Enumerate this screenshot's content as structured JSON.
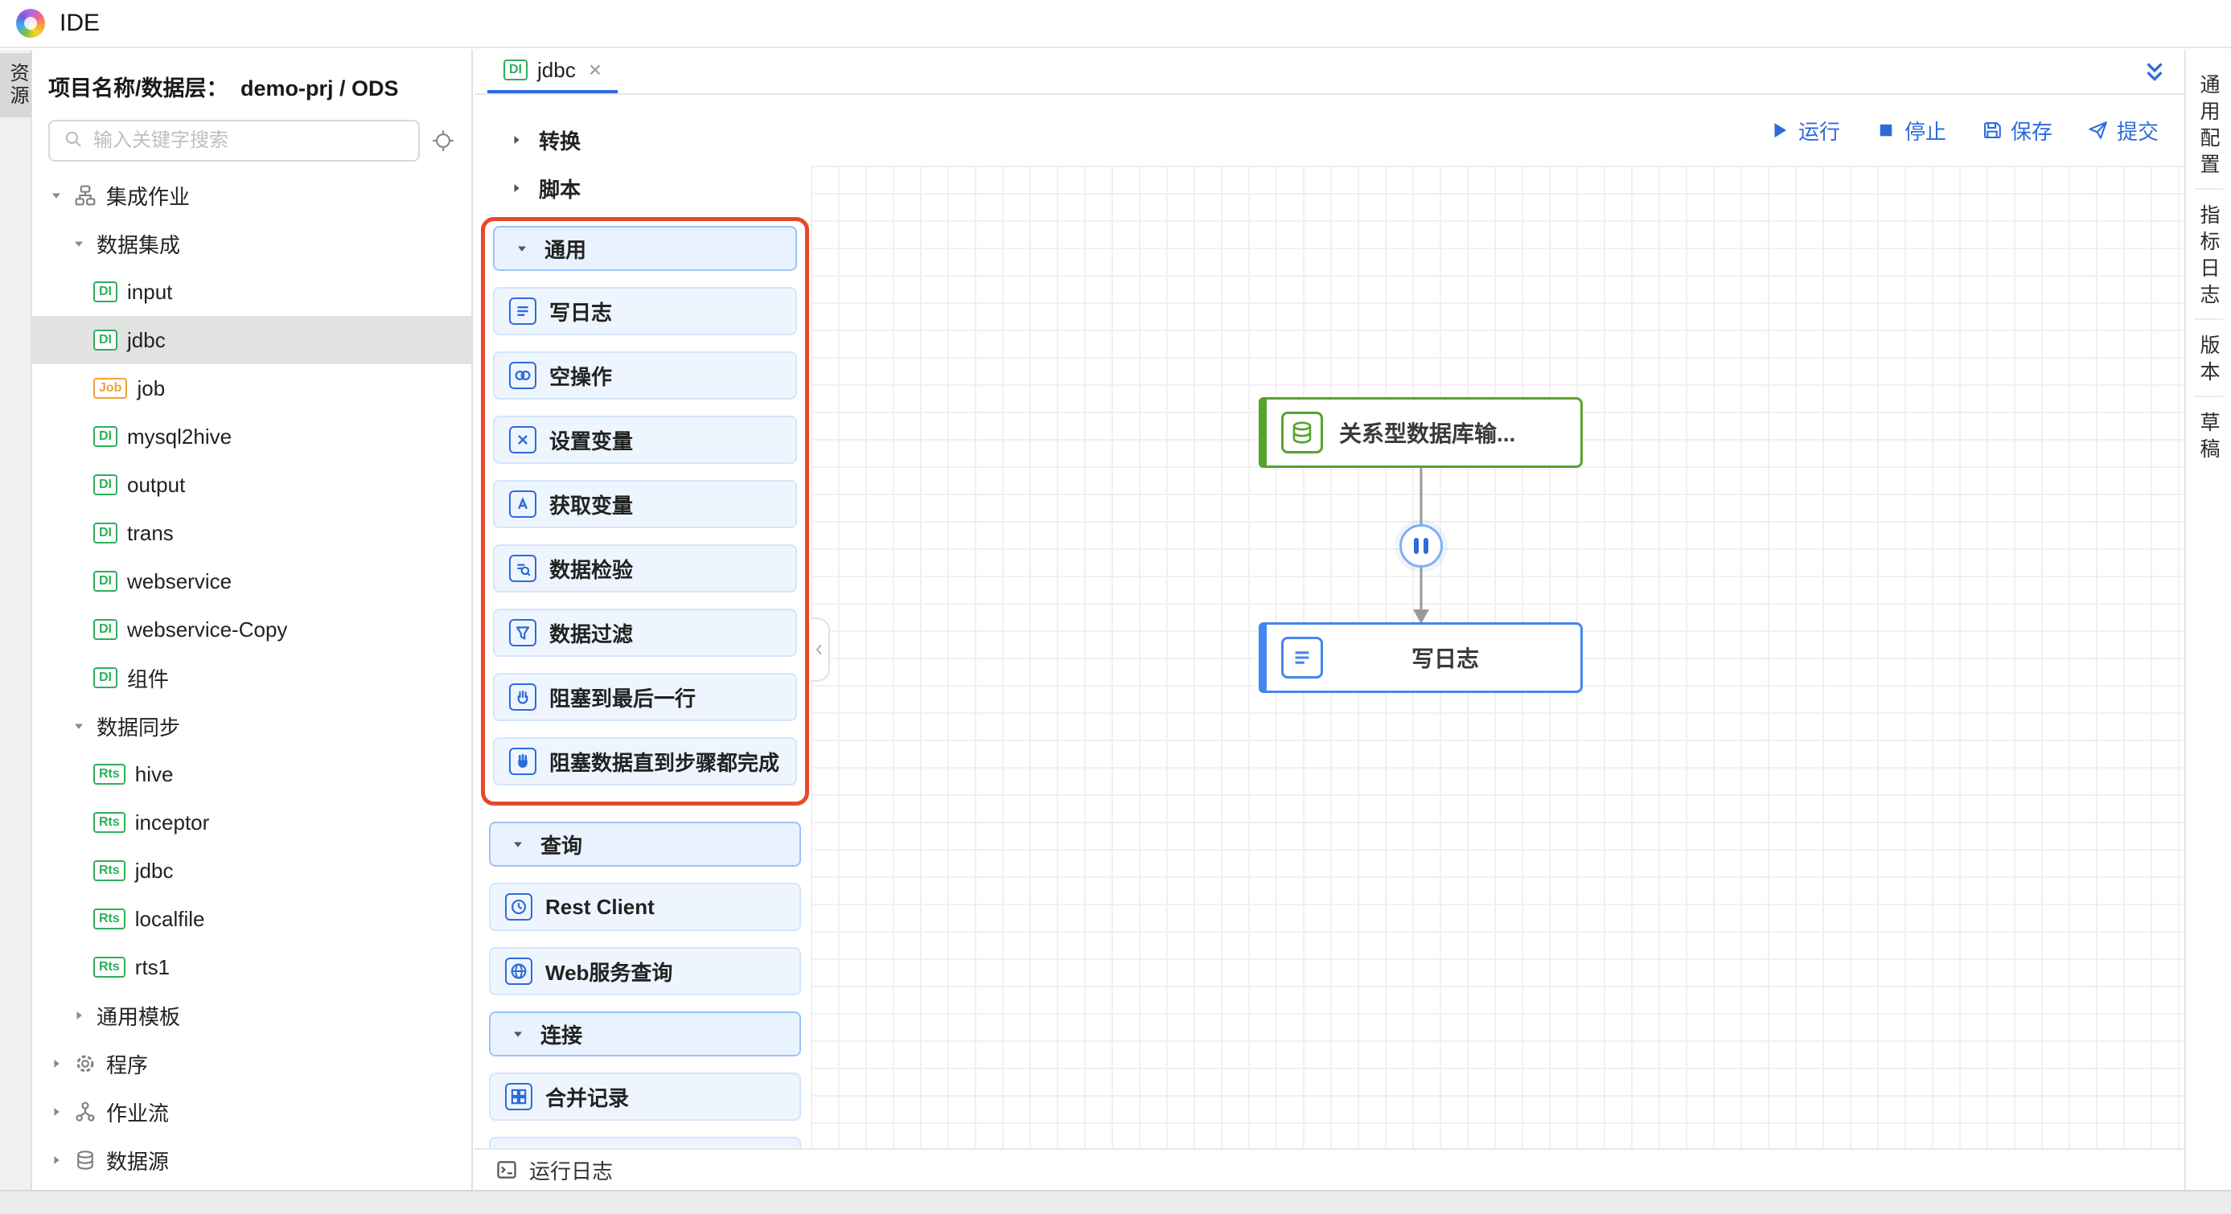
{
  "app": {
    "title": "IDE"
  },
  "colors": {
    "accent": "#2e6bd8",
    "highlight": "#e8472b",
    "node_green": "#57a32f",
    "node_blue": "#4486ef",
    "badge_di": "#2fae5d",
    "badge_job": "#f0a23b",
    "badge_rts": "#2fae5d",
    "connector": "#999999"
  },
  "left_rail": {
    "tab_label": "资源"
  },
  "explorer": {
    "title_label": "项目名称/数据层：",
    "title_value": "demo-prj / ODS",
    "search_placeholder": "输入关键字搜索",
    "tree": [
      {
        "label": "集成作业",
        "level": 0,
        "expanded": true,
        "icon": "org"
      },
      {
        "label": "数据集成",
        "level": 1,
        "expanded": true
      },
      {
        "label": "input",
        "level": 2,
        "badge": "DI"
      },
      {
        "label": "jdbc",
        "level": 2,
        "badge": "DI",
        "selected": true
      },
      {
        "label": "job",
        "level": 2,
        "badge": "Job"
      },
      {
        "label": "mysql2hive",
        "level": 2,
        "badge": "DI"
      },
      {
        "label": "output",
        "level": 2,
        "badge": "DI"
      },
      {
        "label": "trans",
        "level": 2,
        "badge": "DI"
      },
      {
        "label": "webservice",
        "level": 2,
        "badge": "DI"
      },
      {
        "label": "webservice-Copy",
        "level": 2,
        "badge": "DI"
      },
      {
        "label": "组件",
        "level": 2,
        "badge": "DI"
      },
      {
        "label": "数据同步",
        "level": 1,
        "expanded": true
      },
      {
        "label": "hive",
        "level": 2,
        "badge": "Rts"
      },
      {
        "label": "inceptor",
        "level": 2,
        "badge": "Rts"
      },
      {
        "label": "jdbc",
        "level": 2,
        "badge": "Rts"
      },
      {
        "label": "localfile",
        "level": 2,
        "badge": "Rts"
      },
      {
        "label": "rts1",
        "level": 2,
        "badge": "Rts"
      },
      {
        "label": "通用模板",
        "level": 1,
        "expanded": false
      },
      {
        "label": "程序",
        "level": 0,
        "expanded": false,
        "icon": "gear"
      },
      {
        "label": "作业流",
        "level": 0,
        "expanded": false,
        "icon": "flow"
      },
      {
        "label": "数据源",
        "level": 0,
        "expanded": false,
        "icon": "datasource"
      }
    ]
  },
  "editor": {
    "tab": {
      "badge": "DI",
      "label": "jdbc",
      "close_glyph": "×"
    },
    "toolbar": [
      {
        "icon": "play",
        "label": "运行"
      },
      {
        "icon": "stop",
        "label": "停止"
      },
      {
        "icon": "save",
        "label": "保存"
      },
      {
        "icon": "send",
        "label": "提交"
      }
    ],
    "palette": {
      "sections": [
        {
          "label": "转换",
          "state": "collapsed"
        },
        {
          "label": "脚本",
          "state": "collapsed"
        },
        {
          "label": "通用",
          "state": "expanded",
          "highlighted": true,
          "items": [
            {
              "icon": "writelog",
              "label": "写日志"
            },
            {
              "icon": "noop",
              "label": "空操作"
            },
            {
              "icon": "setvar",
              "label": "设置变量"
            },
            {
              "icon": "getvar",
              "label": "获取变量"
            },
            {
              "icon": "datacheck",
              "label": "数据检验"
            },
            {
              "icon": "filter",
              "label": "数据过滤"
            },
            {
              "icon": "hand",
              "label": "阻塞到最后一行"
            },
            {
              "icon": "handfill",
              "label": "阻塞数据直到步骤都完成"
            }
          ]
        },
        {
          "label": "查询",
          "state": "expanded",
          "items": [
            {
              "icon": "clock",
              "label": "Rest Client"
            },
            {
              "icon": "globe",
              "label": "Web服务查询"
            }
          ]
        },
        {
          "label": "连接",
          "state": "expanded",
          "partial_next": true,
          "items": [
            {
              "icon": "merge",
              "label": "合并记录"
            }
          ]
        }
      ]
    },
    "canvas": {
      "nodes": [
        {
          "icon": "db",
          "label": "关系型数据库输...",
          "color": "green"
        },
        {
          "icon": "writelog",
          "label": "写日志",
          "color": "blue"
        }
      ]
    },
    "bottom_bar": {
      "label": "运行日志"
    }
  },
  "right_sidebar": {
    "items": [
      "通用配置",
      "指标日志",
      "版本",
      "草稿"
    ]
  }
}
